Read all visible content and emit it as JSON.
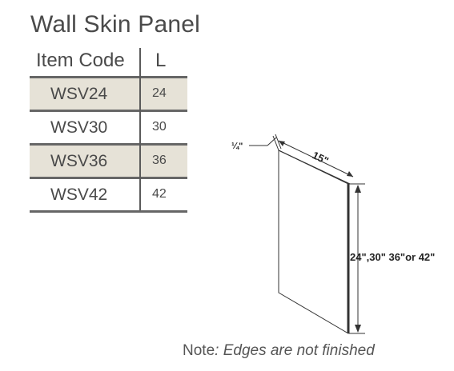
{
  "title": "Wall Skin Panel",
  "table": {
    "headers": [
      "Item Code",
      "L"
    ],
    "rows": [
      {
        "code": "WSV24",
        "length": "24",
        "shaded": true
      },
      {
        "code": "WSV30",
        "length": "30",
        "shaded": false
      },
      {
        "code": "WSV36",
        "length": "36",
        "shaded": true
      },
      {
        "code": "WSV42",
        "length": "42",
        "shaded": false
      }
    ]
  },
  "diagram": {
    "thickness_label": "¼\"",
    "width_label": "15\"",
    "height_label": "24\",30\" 36\"or 42\""
  },
  "note": {
    "prefix": "Note",
    "text": ": Edges are not finished"
  },
  "colors": {
    "row_shade": "#e6e2d7",
    "text": "#4a4a4a",
    "rule": "#666666"
  }
}
